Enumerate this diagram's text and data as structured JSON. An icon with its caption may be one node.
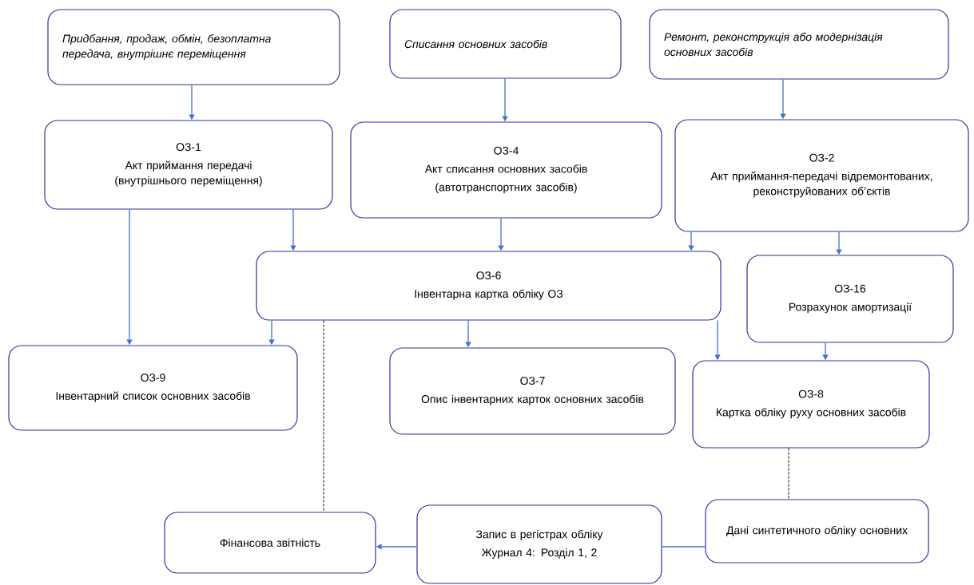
{
  "diagram": {
    "nodes": [
      {
        "text": [
          "Придбання, продаж, обмін, безоплатна передача, внутрішнє переміщення"
        ]
      },
      {
        "text": [
          "Списання основних засобів"
        ]
      },
      {
        "text": [
          "Ремонт, реконструкція або модернізація основних засобів"
        ]
      },
      {
        "text": [
          "ОЗ-1",
          "Акт приймання передачі (внутрішнього переміщення)"
        ]
      },
      {
        "text": [
          "ОЗ-4",
          "Акт списання основних засобів",
          "(автотранспортних засобів)"
        ]
      },
      {
        "text": [
          "ОЗ-2",
          "Акт приймання-передачі відремонтованих, реконструйованих об’єктів"
        ]
      },
      {
        "text": [
          "ОЗ-6",
          "Інвентарна картка обліку ОЗ"
        ]
      },
      {
        "text": [
          "ОЗ-16",
          "Розрахунок амортизації"
        ]
      },
      {
        "text": [
          "ОЗ-9",
          "Інвентарний список основних засобів"
        ]
      },
      {
        "text": [
          "ОЗ-7",
          "Опис інвентарних карток основних засобів"
        ]
      },
      {
        "text": [
          "ОЗ-8",
          "Картка обліку руху основних засобів"
        ]
      },
      {
        "text": [
          "Фінансова звітність"
        ]
      },
      {
        "text": [
          "Запис в регістрах обліку",
          "Журнал 4: Розділ 1, 2"
        ]
      },
      {
        "text": [
          "Дані синтетичного обліку основних"
        ]
      }
    ],
    "edges": [
      {
        "from": 0,
        "to": 3,
        "arrow": "to"
      },
      {
        "from": 1,
        "to": 4,
        "arrow": "to"
      },
      {
        "from": 2,
        "to": 5,
        "arrow": "to"
      },
      {
        "from": 3,
        "to": 8,
        "arrow": "to"
      },
      {
        "from": 3,
        "to": 6,
        "arrow": "to"
      },
      {
        "from": 4,
        "to": 6,
        "arrow": "to"
      },
      {
        "from": 5,
        "to": 6,
        "arrow": "to"
      },
      {
        "from": 5,
        "to": 7,
        "arrow": "to"
      },
      {
        "from": 6,
        "to": 8,
        "arrow": "to"
      },
      {
        "from": 6,
        "to": 9,
        "arrow": "to"
      },
      {
        "from": 6,
        "to": 10,
        "arrow": "to"
      },
      {
        "from": 7,
        "to": 10,
        "arrow": "to"
      },
      {
        "from": 6,
        "to": 11,
        "arrow": "none",
        "style": "dashed",
        "color": "#000000"
      },
      {
        "from": 10,
        "to": 13,
        "arrow": "none",
        "style": "dashed",
        "color": "#000000"
      },
      {
        "from": 12,
        "to": 11,
        "arrow": "to"
      },
      {
        "from": 13,
        "to": 12,
        "arrow": "none"
      }
    ]
  }
}
